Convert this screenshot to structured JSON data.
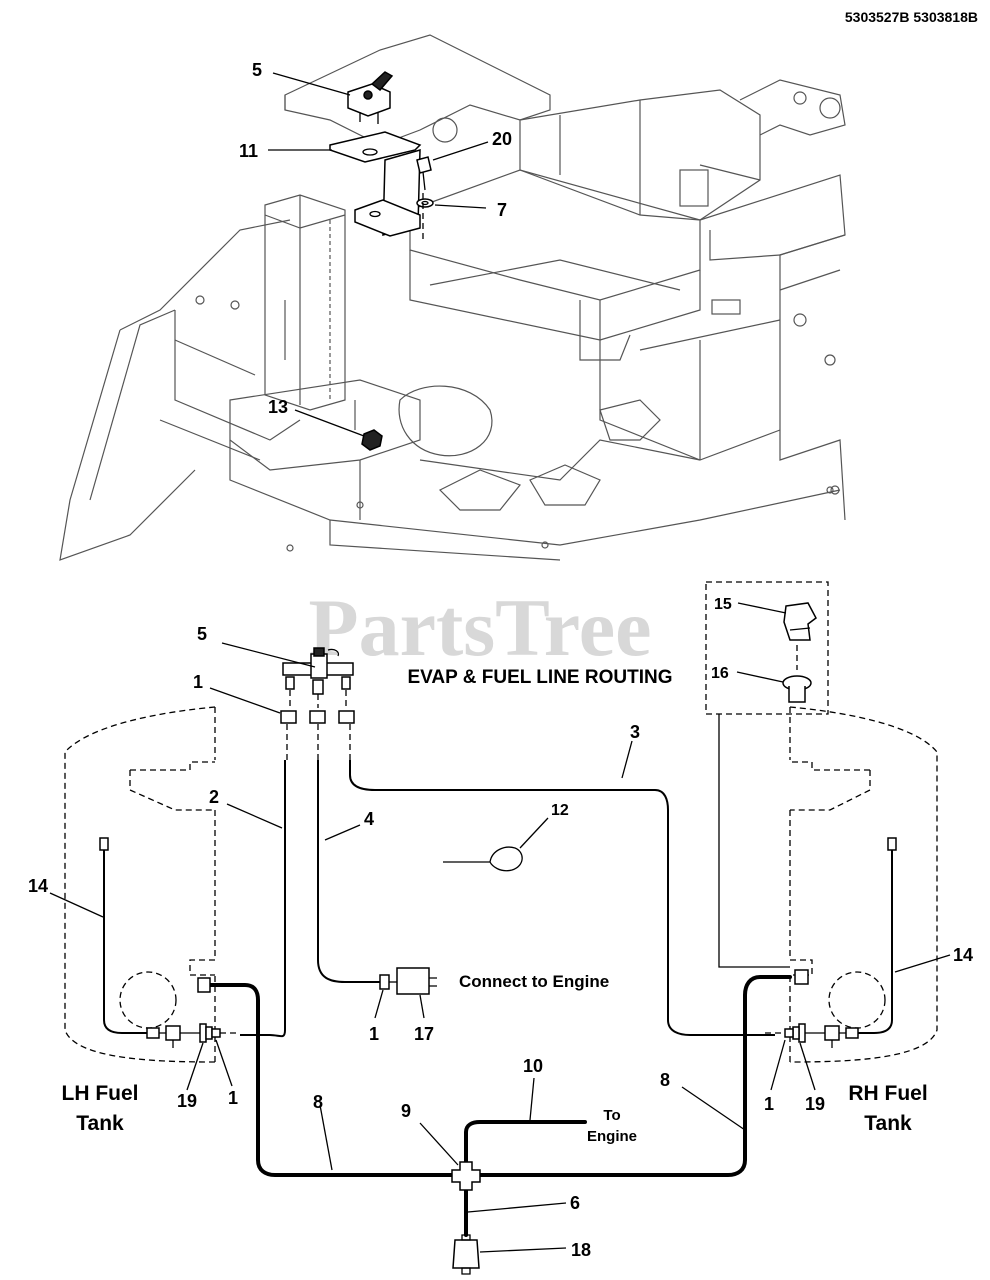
{
  "document_ids": "5303527B 5303818B",
  "watermark": "PartsTree",
  "title": "EVAP & FUEL LINE ROUTING",
  "left_tank_label": [
    "LH Fuel",
    "Tank"
  ],
  "right_tank_label": [
    "RH Fuel",
    "Tank"
  ],
  "connect_engine_note": "Connect to Engine",
  "to_engine_note": [
    "To",
    "Engine"
  ],
  "callouts": {
    "top_5": "5",
    "top_11": "11",
    "top_20": "20",
    "top_7": "7",
    "top_13": "13",
    "c5": "5",
    "c1_top": "1",
    "c3": "3",
    "c15": "15",
    "c16": "16",
    "c2": "2",
    "c4": "4",
    "c12": "12",
    "c14_left": "14",
    "c14_right": "14",
    "c1_mid": "1",
    "c17": "17",
    "c19_left": "19",
    "c1_left": "1",
    "c1_right": "1",
    "c19_right": "19",
    "c10": "10",
    "c8_left": "8",
    "c8_right": "8",
    "c9": "9",
    "c6": "6",
    "c18": "18"
  }
}
